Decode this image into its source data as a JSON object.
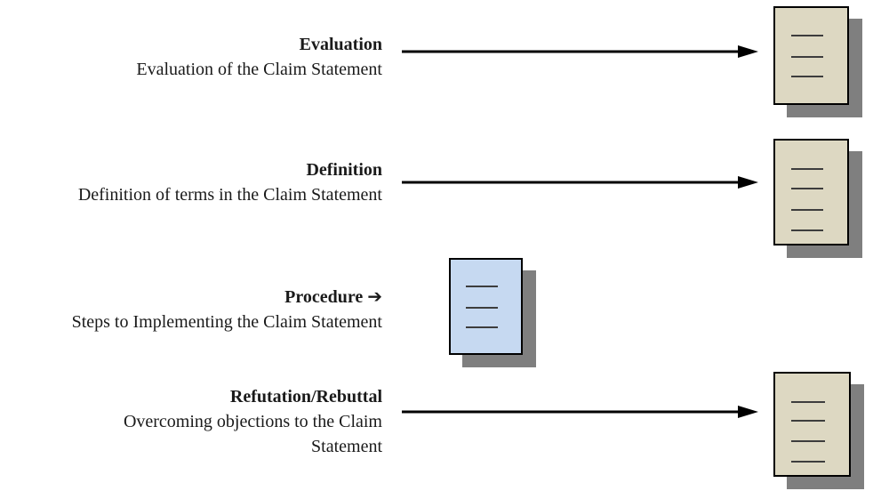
{
  "diagram": {
    "rows": [
      {
        "label": "Evaluation",
        "description": "Evaluation of the Claim Statement",
        "connector": "long-arrow-right",
        "document": {
          "lines": 3,
          "fill": "#DDD8C2"
        }
      },
      {
        "label": "Definition",
        "description": "Definition of terms in the Claim Statement",
        "connector": "long-arrow-right",
        "document": {
          "lines": 4,
          "fill": "#DDD8C2"
        }
      },
      {
        "label": "Procedure",
        "arrow_glyph": "➔",
        "description": "Steps to Implementing the Claim Statement",
        "connector": "inline-arrow-glyph",
        "document": {
          "lines": 3,
          "fill": "#C6D9F1"
        }
      },
      {
        "label": "Refutation/Rebuttal",
        "description": "Overcoming objections to the Claim Statement",
        "connector": "long-arrow-right",
        "document": {
          "lines": 4,
          "fill": "#DDD8C2"
        }
      }
    ],
    "colors": {
      "document_tan": "#DDD8C2",
      "document_blue": "#C6D9F1",
      "document_shadow": "#7F7F7F",
      "document_rule_line": "#3D3D3D",
      "arrow": "#000000",
      "text": "#1A1A1A",
      "background": "#FFFFFF"
    }
  }
}
